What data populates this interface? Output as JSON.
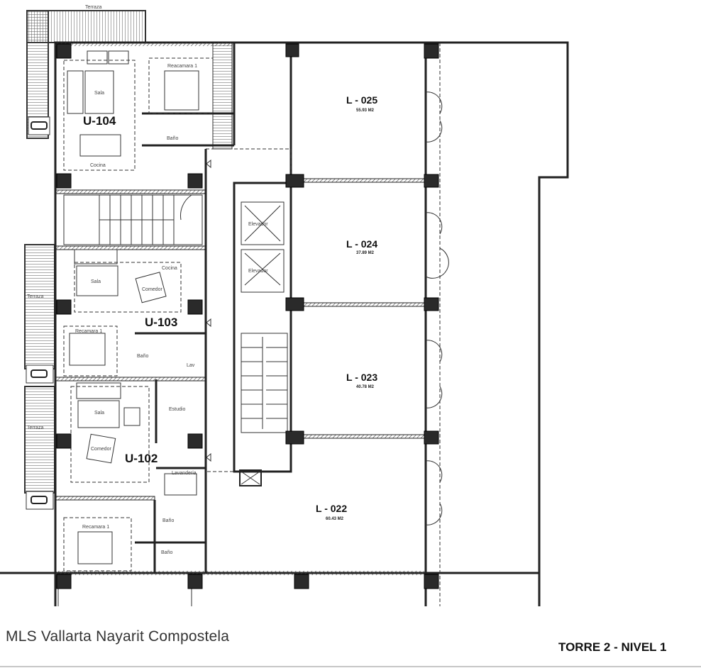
{
  "plan": {
    "units": [
      {
        "id": "U-104",
        "rooms": [
          "Sala",
          "Cocina",
          "Reacamara 1",
          "Baño",
          "Terraza"
        ]
      },
      {
        "id": "U-103",
        "rooms": [
          "Sala",
          "Comedor",
          "Cocina",
          "Recamara 1",
          "Baño",
          "Lav",
          "Terraza"
        ]
      },
      {
        "id": "U-102",
        "rooms": [
          "Sala",
          "Comedor",
          "Estudio",
          "Lavanderia",
          "Recamara 1",
          "Baño",
          "Baño",
          "Terraza"
        ]
      }
    ],
    "locales": [
      {
        "id": "L - 025",
        "area": "55.93 M2"
      },
      {
        "id": "L - 024",
        "area": "37.89 M2"
      },
      {
        "id": "L - 023",
        "area": "40.78 M2"
      },
      {
        "id": "L - 022",
        "area": "60.43 M2"
      }
    ],
    "core": {
      "elevator": "Elevador"
    }
  },
  "footer": {
    "project": "MLS Vallarta Nayarit Compostela",
    "sheet": "TORRE 2 - NIVEL 1"
  }
}
